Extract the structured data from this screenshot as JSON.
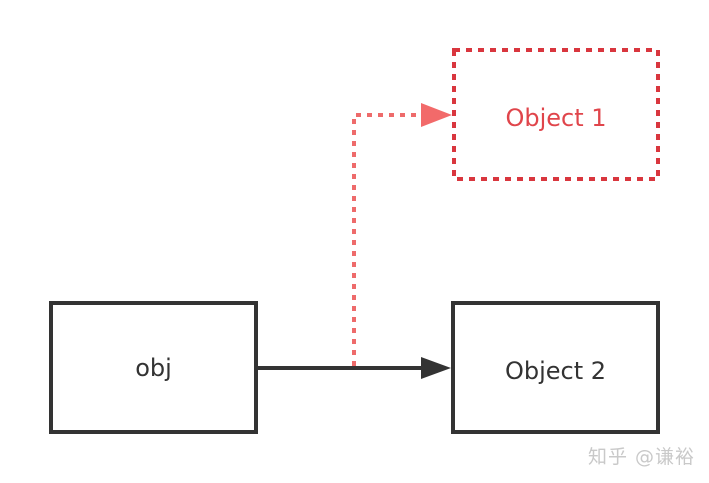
{
  "diagram": {
    "nodes": {
      "obj": "obj",
      "object1": "Object 1",
      "object2": "Object 2"
    },
    "colors": {
      "stroke": "#333333",
      "text": "#333333",
      "dashed_stroke": "#d9363e",
      "dashed_text": "#e0454b",
      "dashed_arrow": "#f26a6a"
    }
  },
  "watermark": "知乎 @谦裕"
}
